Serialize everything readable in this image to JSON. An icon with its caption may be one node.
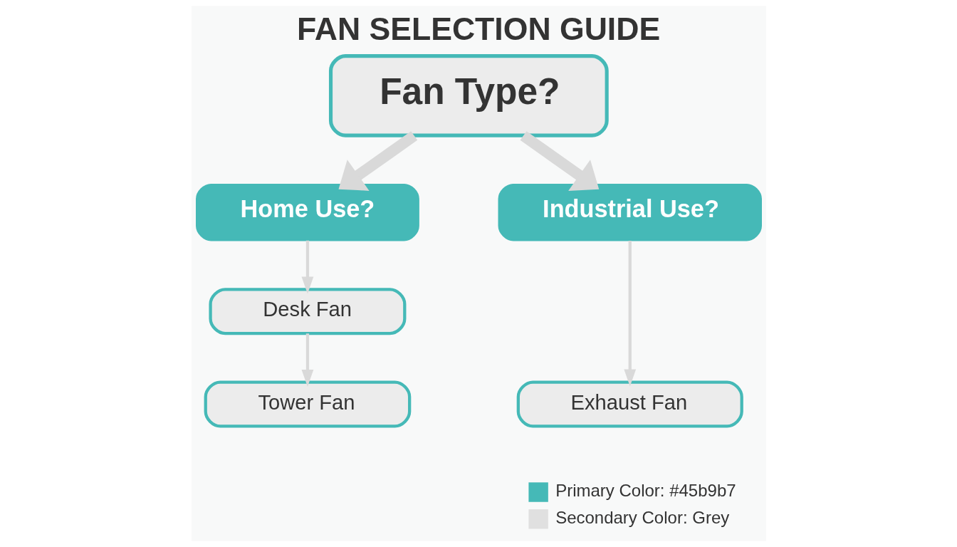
{
  "diagram": {
    "title": "FAN SELECTION GUIDE",
    "nodes": [
      {
        "text": [
          "Fan Type?"
        ]
      },
      {
        "text": [
          "Home Use?"
        ]
      },
      {
        "text": [
          "Industrial Use?"
        ]
      },
      {
        "text": [
          "Desk Fan"
        ]
      },
      {
        "text": [
          "Tower Fan"
        ]
      },
      {
        "text": [
          "Exhaust Fan"
        ]
      }
    ],
    "edges": [
      {
        "from": 0,
        "to": 1,
        "arrow": "to",
        "style": "thick"
      },
      {
        "from": 0,
        "to": 2,
        "arrow": "to",
        "style": "thick"
      },
      {
        "from": 1,
        "to": 3,
        "arrow": "to"
      },
      {
        "from": 3,
        "to": 4,
        "arrow": "to"
      },
      {
        "from": 2,
        "to": 5,
        "arrow": "to"
      }
    ],
    "legend": [
      {
        "text": "Primary Color: #45b9b7",
        "color": "#45b9b7"
      },
      {
        "text": "Secondary Color: Grey",
        "color": "#e0e0e0"
      }
    ]
  }
}
